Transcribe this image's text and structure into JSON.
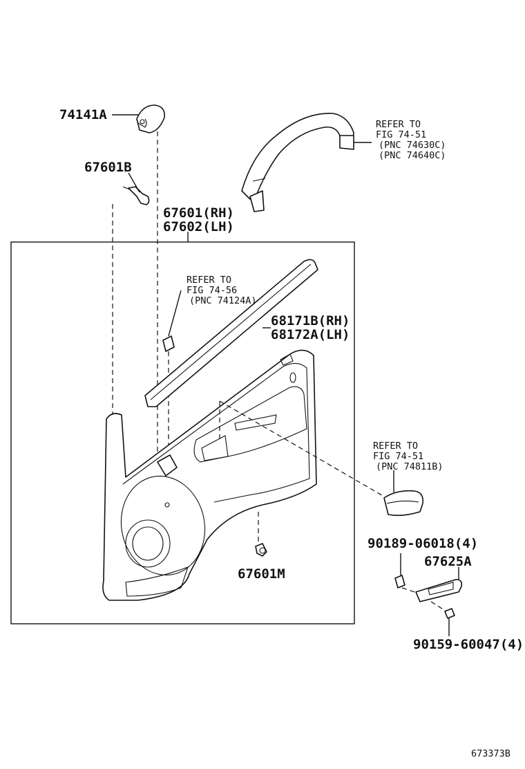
{
  "parts": {
    "p74141a": "74141A",
    "p67601b": "67601B",
    "p67601rh": "67601(RH)",
    "p67602lh": "67602(LH)",
    "p68171b": "68171B(RH)",
    "p68172a": "68172A(LH)",
    "p67601m": "67601M",
    "p90189": "90189-06018(4)",
    "p67625a": "67625A",
    "p90159": "90159-60047(4)"
  },
  "refs": {
    "grip_1": "REFER TO",
    "grip_2": "FIG 74-51",
    "grip_3": "(PNC 74630C)",
    "grip_4": "(PNC 74640C)",
    "upper_1": "REFER TO",
    "upper_2": "FIG 74-56",
    "upper_3": "(PNC 74124A)",
    "pocket_1": "REFER TO",
    "pocket_2": "FIG 74-51",
    "pocket_3": "(PNC 74811B)"
  },
  "figure_code": "673373B"
}
